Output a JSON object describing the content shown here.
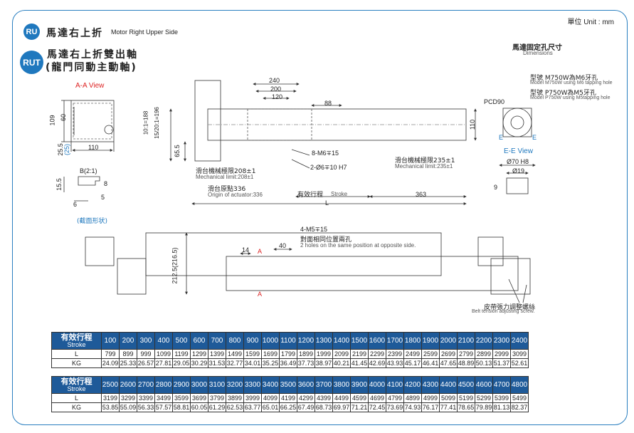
{
  "unit_label": "單位 Unit : mm",
  "ru": {
    "badge": "RU",
    "title_zh": "馬達右上折",
    "title_en": "Motor Right Upper Side"
  },
  "rut": {
    "badge": "RUT",
    "title_line1": "馬達右上折雙出軸",
    "title_line2": "(龍門同動主動軸)"
  },
  "aa_view": {
    "label": "A-A View",
    "dim_109": "109",
    "dim_60": "60",
    "dim_25_5": "25.5",
    "dim_25": "(25)",
    "dim_110": "110",
    "b_label": "B(2:1)",
    "dim_15_5": "15.5",
    "dim_8": "8",
    "dim_5": "5",
    "dim_6": "6",
    "section_note": "(截面形状)"
  },
  "top_view": {
    "dim_240": "240",
    "dim_200": "200",
    "dim_120": "120",
    "dim_88": "88",
    "dim_110": "110",
    "side_dim": "10:1=188\n15/20:1=196",
    "side_dim_1": "10:1=188",
    "side_dim_2": "15/20:1=196",
    "dim_65_5": "65.5",
    "callout_m6": "8-M6∓15",
    "callout_h7": "2-Ø6∓10 H7",
    "limit_left_zh": "滑台機械極限208±1",
    "limit_left_en": "Mechanical limit:208±1",
    "origin_zh": "滑台原點336",
    "origin_en": "Origin of actuator:336",
    "stroke_zh": "有效行程",
    "stroke_en": "Stroke",
    "limit_right_zh": "滑台機械極限235±1",
    "limit_right_en": "Mechanical limit:235±1",
    "dim_363": "363",
    "dim_L": "L"
  },
  "dimensions": {
    "title_zh": "馬達固定孔尺寸",
    "title_en": "Dimensions",
    "m750_zh": "型號 M750W為M6牙孔",
    "m750_en": "Model M750W using M6 tapping hole",
    "p750_zh": "型號 P750W為M5牙孔",
    "p750_en": "Model P750W using M5tapping hole",
    "pcd": "PCD90",
    "e_left": "E",
    "e_right": "E"
  },
  "ee_view": {
    "label": "E-E View",
    "dim_70": "Ø70 H8",
    "dim_19": "Ø19",
    "dim_9": "9"
  },
  "side_view": {
    "callout_zh": "4-M5∓15",
    "callout_zh2": "對面相同位置兩孔",
    "callout_en": "2 holes on the same position at opposite side.",
    "dim_14": "14",
    "dim_40": "40",
    "a_mark_top": "A",
    "a_mark_bottom": "A",
    "height_dim": "212.5(216.5)",
    "belt_zh": "皮帶張力調整螺絲",
    "belt_en": "Belt tension adjusting screw."
  },
  "table1": {
    "header_zh": "有效行程",
    "header_en": "Stroke",
    "strokes": [
      "100",
      "200",
      "300",
      "400",
      "500",
      "600",
      "700",
      "800",
      "900",
      "1000",
      "1100",
      "1200",
      "1300",
      "1400",
      "1500",
      "1600",
      "1700",
      "1800",
      "1900",
      "2000",
      "2100",
      "2200",
      "2300",
      "2400"
    ],
    "row_L_label": "L",
    "L": [
      "799",
      "899",
      "999",
      "1099",
      "1199",
      "1299",
      "1399",
      "1499",
      "1599",
      "1699",
      "1799",
      "1899",
      "1999",
      "2099",
      "2199",
      "2299",
      "2399",
      "2499",
      "2599",
      "2699",
      "2799",
      "2899",
      "2999",
      "3099"
    ],
    "row_KG_label": "KG",
    "KG": [
      "24.09",
      "25.33",
      "26.57",
      "27.81",
      "29.05",
      "30.29",
      "31.53",
      "32.77",
      "34.01",
      "35.25",
      "36.49",
      "37.73",
      "38.97",
      "40.21",
      "41.45",
      "42.69",
      "43.93",
      "45.17",
      "46.41",
      "47.65",
      "48.89",
      "50.13",
      "51.37",
      "52.61"
    ]
  },
  "table2": {
    "header_zh": "有效行程",
    "header_en": "Stroke",
    "strokes": [
      "2500",
      "2600",
      "2700",
      "2800",
      "2900",
      "3000",
      "3100",
      "3200",
      "3300",
      "3400",
      "3500",
      "3600",
      "3700",
      "3800",
      "3900",
      "4000",
      "4100",
      "4200",
      "4300",
      "4400",
      "4500",
      "4600",
      "4700",
      "4800"
    ],
    "row_L_label": "L",
    "L": [
      "3199",
      "3299",
      "3399",
      "3499",
      "3599",
      "3699",
      "3799",
      "3899",
      "3999",
      "4099",
      "4199",
      "4299",
      "4399",
      "4499",
      "4599",
      "4699",
      "4799",
      "4899",
      "4999",
      "5099",
      "5199",
      "5299",
      "5399",
      "5499"
    ],
    "row_KG_label": "KG",
    "KG": [
      "53.85",
      "55.09",
      "56.33",
      "57.57",
      "58.81",
      "60.05",
      "61.29",
      "62.53",
      "63.77",
      "65.01",
      "66.25",
      "67.49",
      "68.73",
      "69.97",
      "71.21",
      "72.45",
      "73.69",
      "74.93",
      "76.17",
      "77.41",
      "78.65",
      "79.89",
      "81.13",
      "82.37"
    ]
  },
  "colors": {
    "accent": "#1f78be",
    "table_header": "#1e5a99",
    "red": "#dd2222"
  }
}
